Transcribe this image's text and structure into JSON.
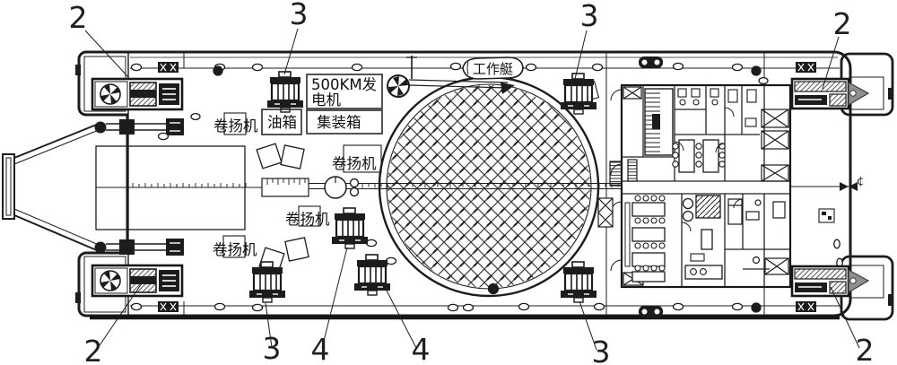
{
  "drawing": {
    "kind": "ship deck general-arrangement plan",
    "colors": {
      "ink": "#1c1c1c",
      "background": "#ffffff",
      "hatch": "#3c3c3c",
      "arrow_gray": "#8f8f8f"
    },
    "labels": {
      "callout_2": "2",
      "callout_3": "3",
      "callout_4": "4",
      "winch": "卷扬机",
      "fuel_tank": "油箱",
      "generator_line1": "500KM发",
      "generator_line2": "电机",
      "container": "集装箱",
      "work_boat": "工作艇",
      "centerline_symbol": "¢"
    }
  }
}
